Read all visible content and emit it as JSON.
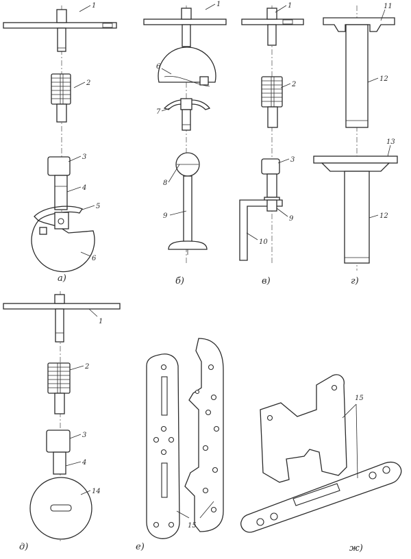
{
  "figure": {
    "captions": {
      "a": "а)",
      "b": "б)",
      "v": "в)",
      "g": "г)",
      "d": "д)",
      "e": "е)",
      "zh": "ж)"
    },
    "labels": {
      "n1": "1",
      "n2": "2",
      "n3": "3",
      "n4": "4",
      "n5": "5",
      "n6": "6",
      "n7": "7",
      "n8": "8",
      "n9": "9",
      "n10": "10",
      "n11": "11",
      "n12": "12",
      "n13": "13",
      "n14": "14",
      "n15": "15"
    }
  }
}
